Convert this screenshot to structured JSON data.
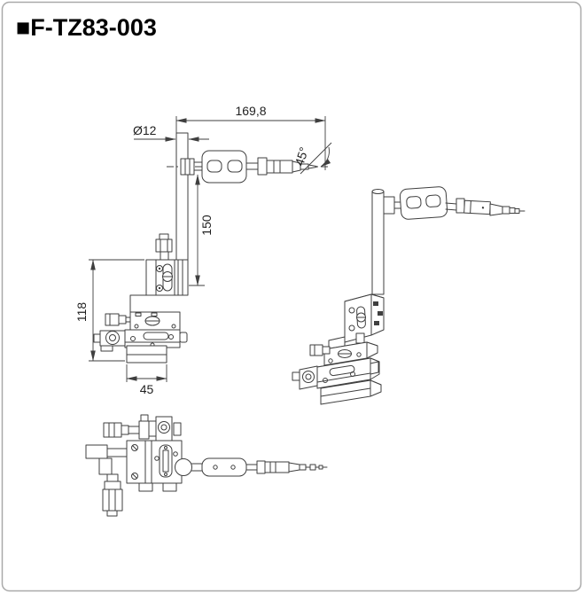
{
  "title": "■F-TZ83-003",
  "dimensions": {
    "arm_length": "169,8",
    "rod_diameter": "Ø12",
    "rod_height": "150",
    "stage_height": "118",
    "base_width": "45",
    "probe_angle": "45°"
  },
  "colors": {
    "line": "#3f3f3f",
    "text": "#1f1f1f",
    "border": "#a9a9a9",
    "background": "#ffffff"
  }
}
